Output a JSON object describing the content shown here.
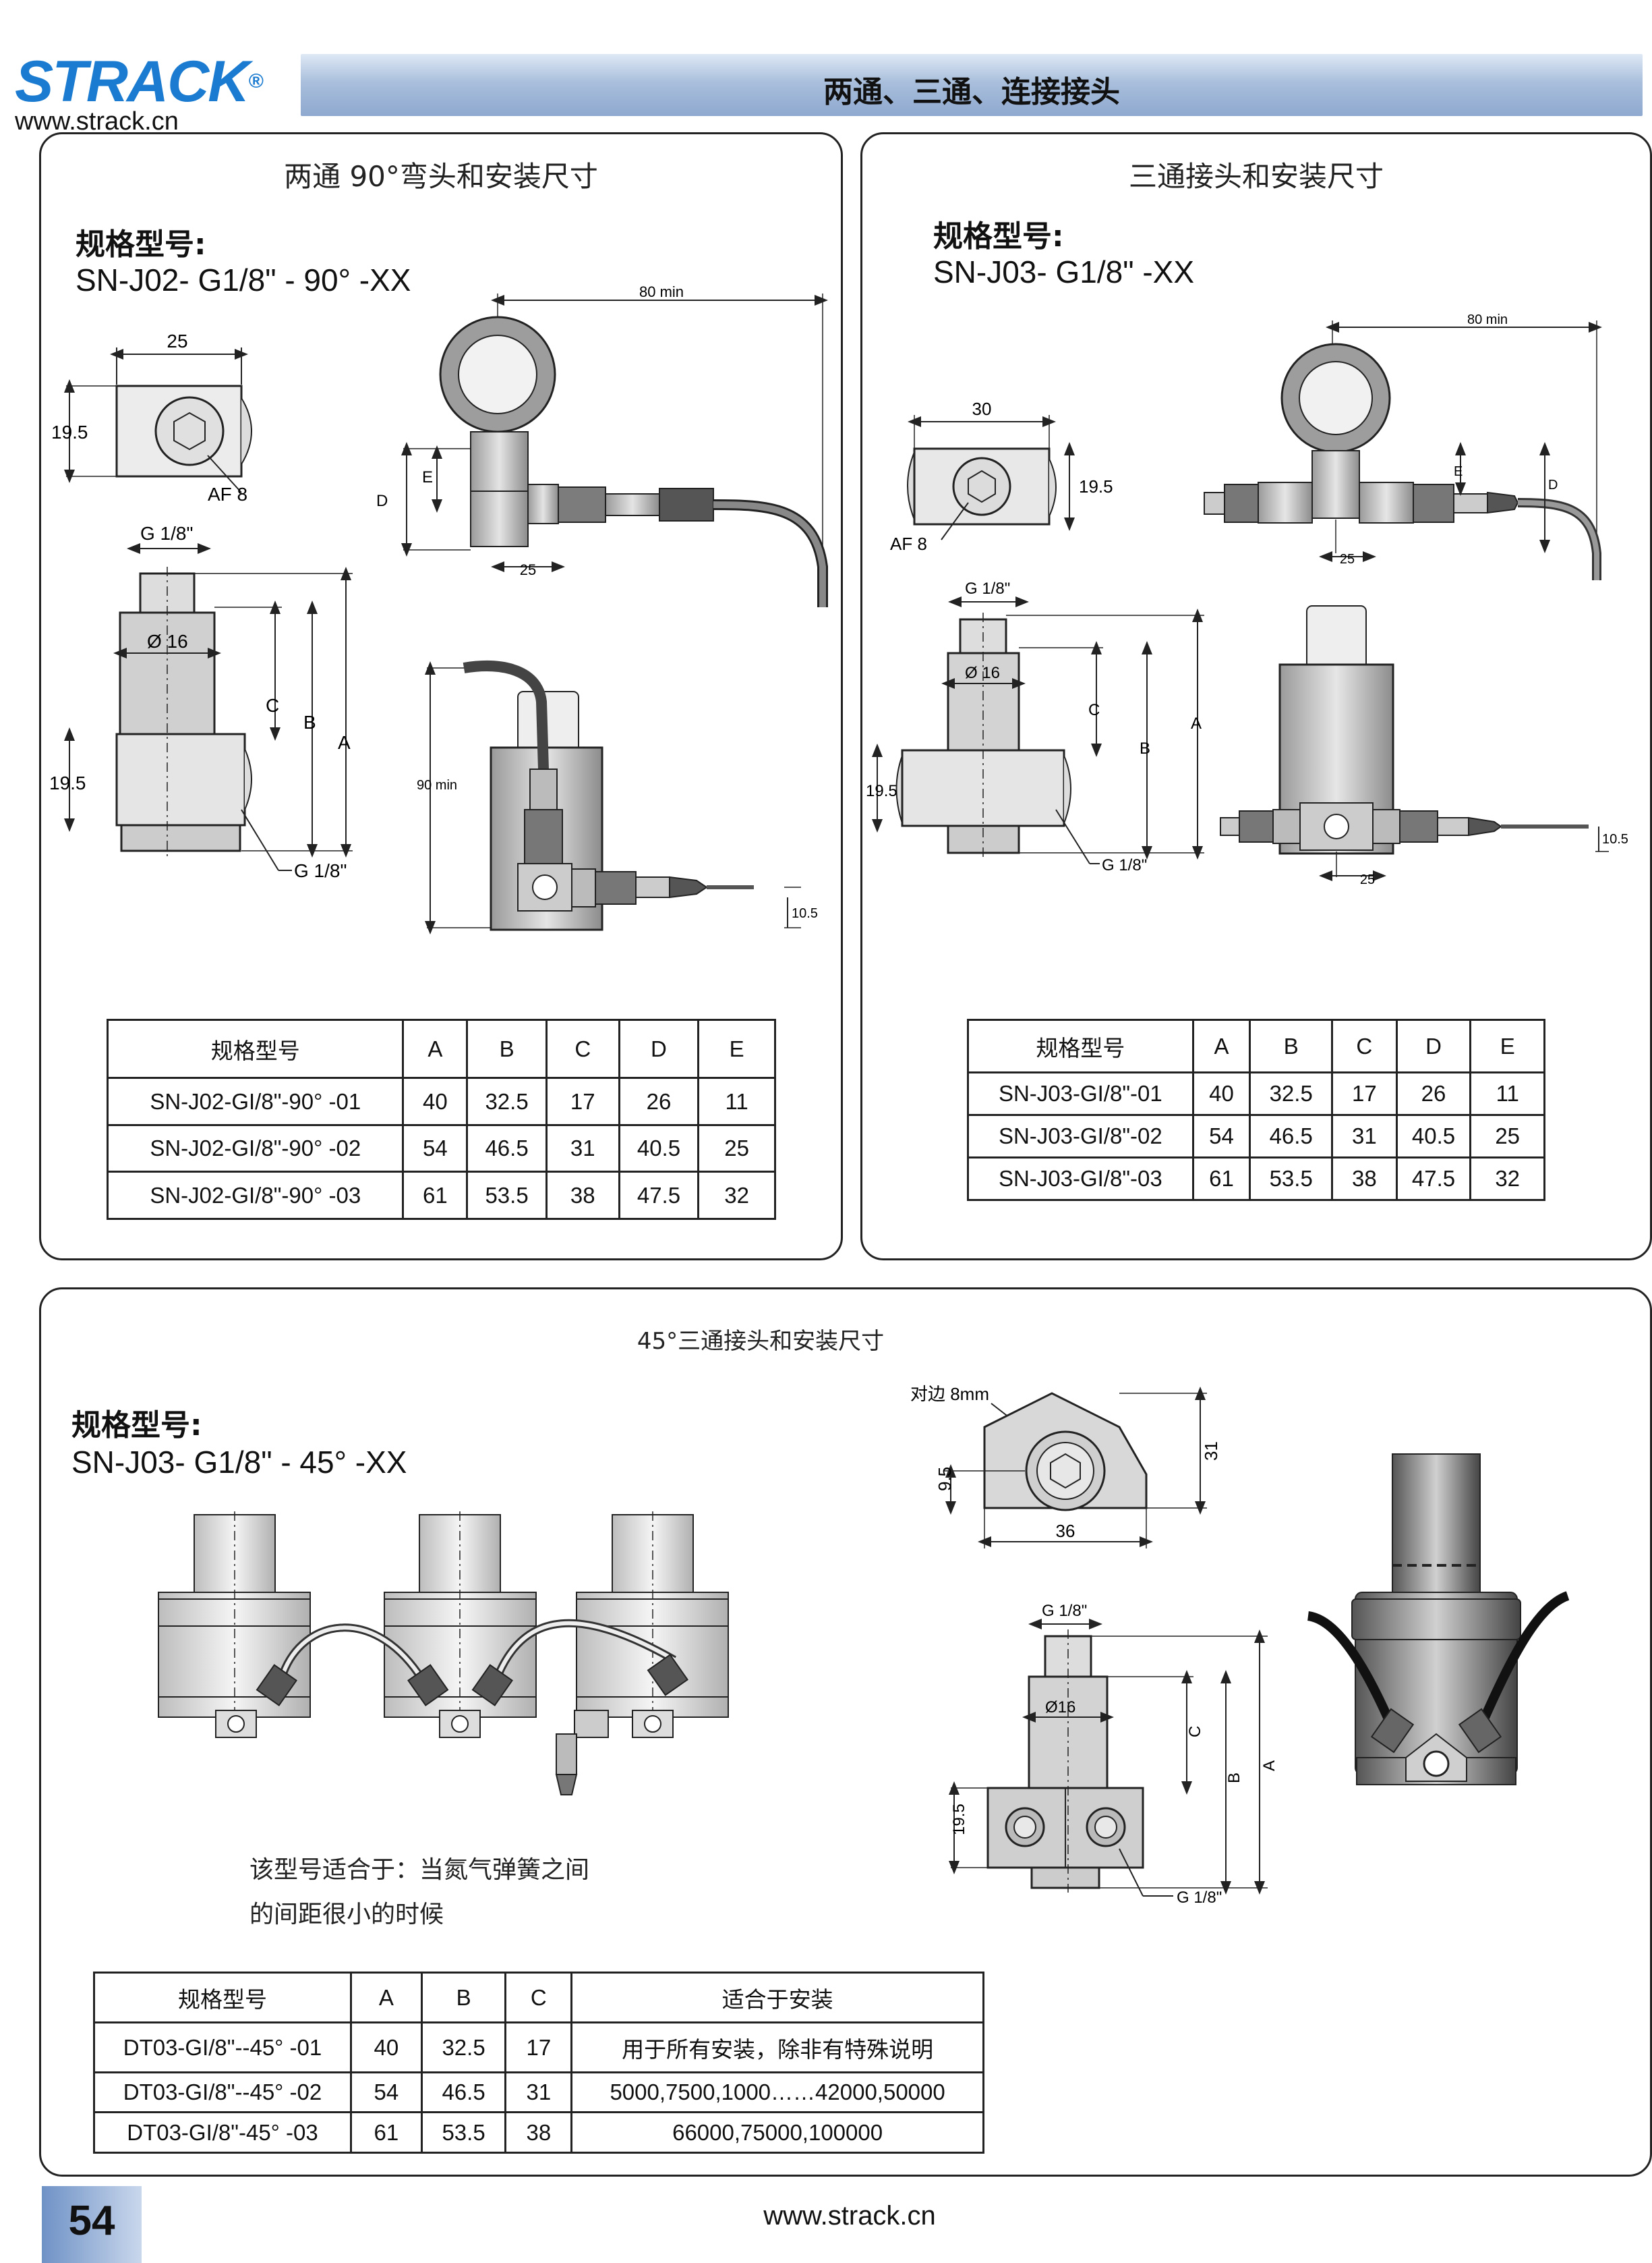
{
  "header": {
    "brand": "STRACK",
    "registered": "®",
    "url": "www.strack.cn",
    "title": "两通、三通、连接接头"
  },
  "panel_two_way": {
    "title": "两通 90°弯头和安装尺寸",
    "model_label": "规格型号:",
    "model_code": "SN-J02- G1/8\" - 90° -XX",
    "drawing_labels": {
      "w25": "25",
      "h19_5": "19.5",
      "af8": "AF 8",
      "min80": "80 min",
      "e": "E",
      "d": "D",
      "bottom25": "25",
      "g18_top": "G 1/8\"",
      "d16": "Ø 16",
      "c": "C",
      "b": "B",
      "a": "A",
      "h19_5b": "19.5",
      "g18_bottom": "G 1/8\"",
      "min90": "90 min",
      "r10_5": "10.5"
    },
    "table": {
      "headers": [
        "规格型号",
        "A",
        "B",
        "C",
        "D",
        "E"
      ],
      "rows": [
        [
          "SN-J02-GI/8\"-90° -01",
          "40",
          "32.5",
          "17",
          "26",
          "11"
        ],
        [
          "SN-J02-GI/8\"-90° -02",
          "54",
          "46.5",
          "31",
          "40.5",
          "25"
        ],
        [
          "SN-J02-GI/8\"-90° -03",
          "61",
          "53.5",
          "38",
          "47.5",
          "32"
        ]
      ]
    }
  },
  "panel_three_way": {
    "title": "三通接头和安装尺寸",
    "model_label": "规格型号:",
    "model_code": "SN-J03- G1/8\" -XX",
    "drawing_labels": {
      "w30": "30",
      "h19_5": "19.5",
      "af8": "AF 8",
      "min80": "80 min",
      "e": "E",
      "d": "D",
      "bottom25": "25",
      "g18_top": "G 1/8\"",
      "d16": "Ø 16",
      "c": "C",
      "b": "B",
      "a": "A",
      "h19_5b": "19.5",
      "g18_bottom": "G 1/8\"",
      "r10_5": "10.5",
      "b25": "25"
    },
    "table": {
      "headers": [
        "规格型号",
        "A",
        "B",
        "C",
        "D",
        "E"
      ],
      "rows": [
        [
          "SN-J03-GI/8\"-01",
          "40",
          "32.5",
          "17",
          "26",
          "11"
        ],
        [
          "SN-J03-GI/8\"-02",
          "54",
          "46.5",
          "31",
          "40.5",
          "25"
        ],
        [
          "SN-J03-GI/8\"-03",
          "61",
          "53.5",
          "38",
          "47.5",
          "32"
        ]
      ]
    }
  },
  "panel_45": {
    "title": "45°三通接头和安装尺寸",
    "model_label": "规格型号:",
    "model_code": "SN-J03- G1/8\" - 45° -XX",
    "note_line1": "该型号适合于：当氮气弹簧之间",
    "note_line2": "的间距很小的时候",
    "drawing_labels": {
      "af8mm": "对边 8mm",
      "h9_5": "9.5",
      "h31": "31",
      "w36": "36",
      "g18_top": "G 1/8\"",
      "d16": "Ø16",
      "c": "C",
      "b": "B",
      "a": "A",
      "h19_5": "19.5",
      "g18_bottom": "G 1/8\""
    },
    "table": {
      "headers": [
        "规格型号",
        "A",
        "B",
        "C",
        "适合于安装"
      ],
      "rows": [
        [
          "DT03-GI/8\"--45° -01",
          "40",
          "32.5",
          "17",
          "用于所有安装，除非有特殊说明"
        ],
        [
          "DT03-GI/8\"--45° -02",
          "54",
          "46.5",
          "31",
          "5000,7500,1000……42000,50000"
        ],
        [
          "DT03-GI/8\"-45° -03",
          "61",
          "53.5",
          "38",
          "66000,75000,100000"
        ]
      ]
    }
  },
  "footer": {
    "page_number": "54",
    "url": "www.strack.cn"
  }
}
